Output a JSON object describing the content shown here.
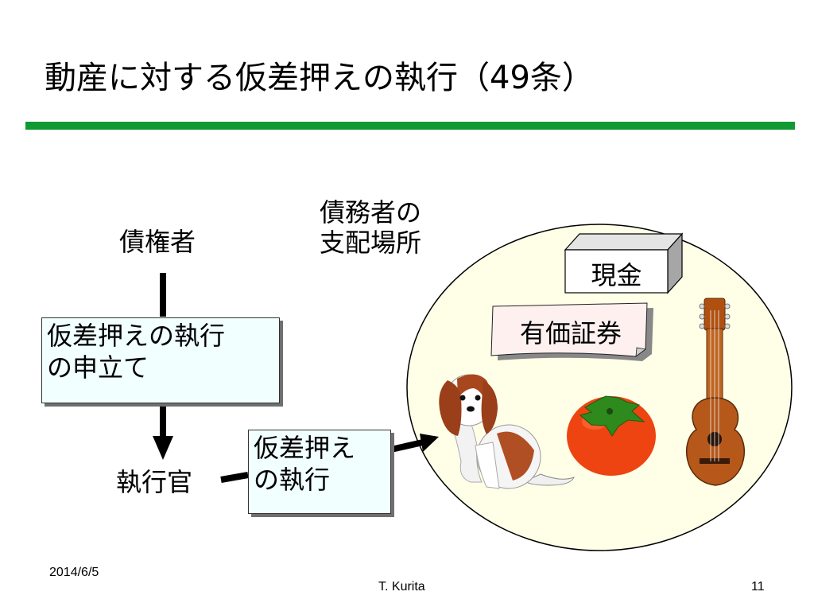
{
  "slide": {
    "title": "動産に対する仮差押えの執行（49条）",
    "footer": {
      "date": "2014/6/5",
      "author": "T. Kurita",
      "page": "11"
    }
  },
  "diagram": {
    "creditor": "債権者",
    "application_line1": "仮差押えの執行",
    "application_line2": "の申立て",
    "bailiff": "執行官",
    "execution_line1": "仮差押え",
    "execution_line2": "の執行",
    "debtor_place_line1": "債務者の",
    "debtor_place_line2": "支配場所",
    "cash": "現金",
    "securities": "有価証券"
  },
  "icons": [
    "dog-icon",
    "persimmon-icon",
    "guitar-icon"
  ],
  "colors": {
    "accent": "#119933",
    "circle": "#ffffe8",
    "box": "#f2ffff"
  }
}
